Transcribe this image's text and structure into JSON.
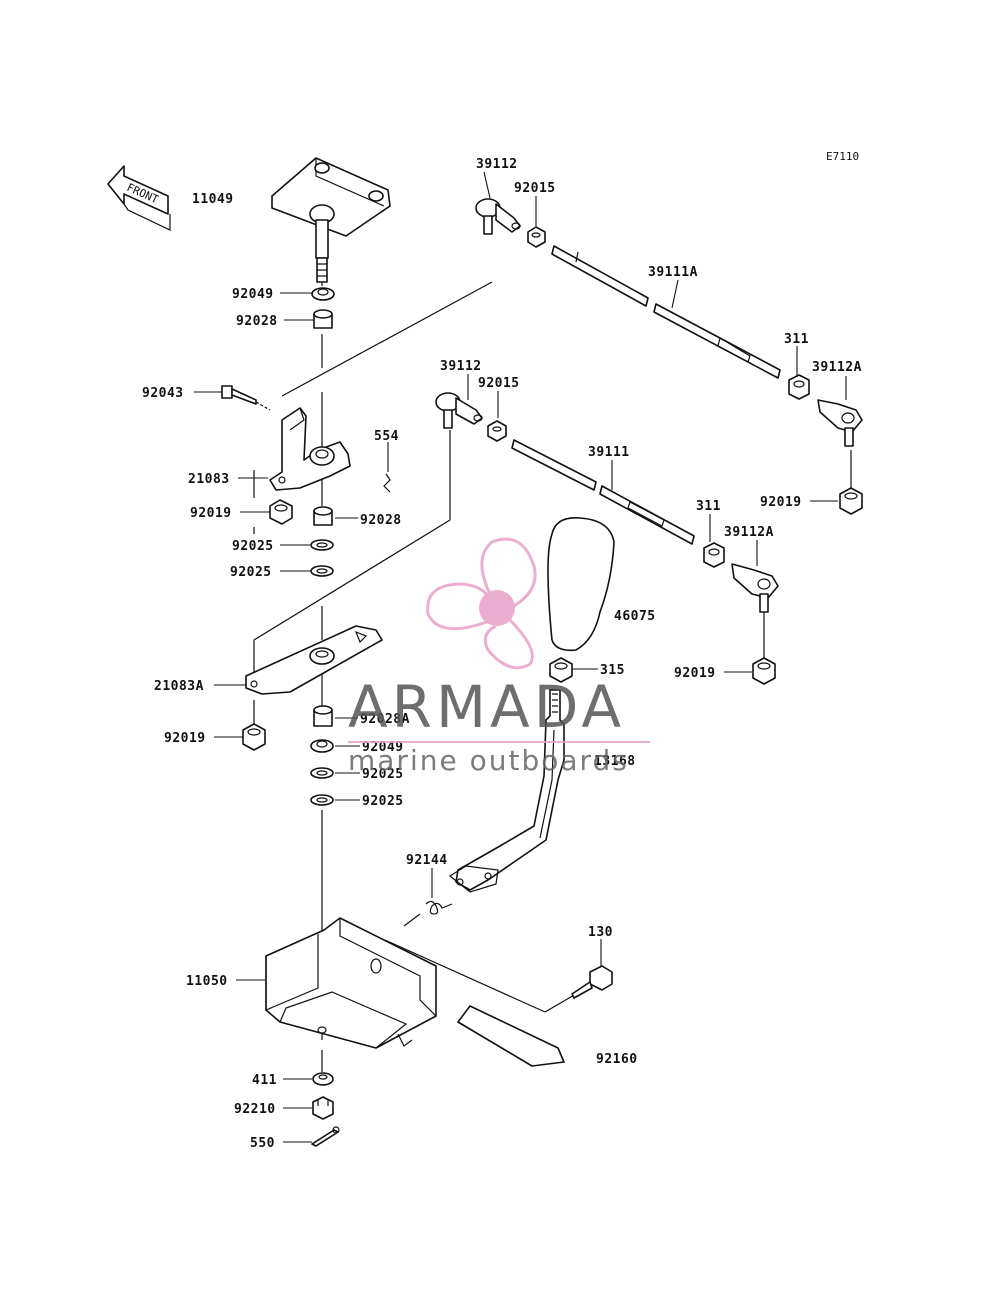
{
  "diagram_code": "E7110",
  "front_label": "FRONT",
  "watermark": {
    "title": "ARMADA",
    "subtitle": "marine outboards",
    "accent": "#e8a0c8"
  },
  "labels": {
    "p11049": "11049",
    "p92049a": "92049",
    "p92028a": "92028",
    "p92043": "92043",
    "p21083": "21083",
    "p554": "554",
    "p92019a": "92019",
    "p92028b": "92028",
    "p92025a": "92025",
    "p92025b": "92025",
    "p21083a": "21083A",
    "p92019b": "92019",
    "p92028c": "92028A",
    "p92049b": "92049",
    "p92025c": "92025",
    "p92025d": "92025",
    "p11050": "11050",
    "p411": "411",
    "p92210": "92210",
    "p550": "550",
    "p39112a": "39112",
    "p92015a": "92015",
    "p39111a": "39111A",
    "p311a": "311",
    "p39112Aa": "39112A",
    "p92019c": "92019",
    "p39112b": "39112",
    "p92015b": "92015",
    "p39111": "39111",
    "p311b": "311",
    "p39112Ab": "39112A",
    "p46075": "46075",
    "p92019d": "92019",
    "p315": "315",
    "p13168": "13168",
    "p92144": "92144",
    "p130": "130",
    "p92160": "92160"
  }
}
